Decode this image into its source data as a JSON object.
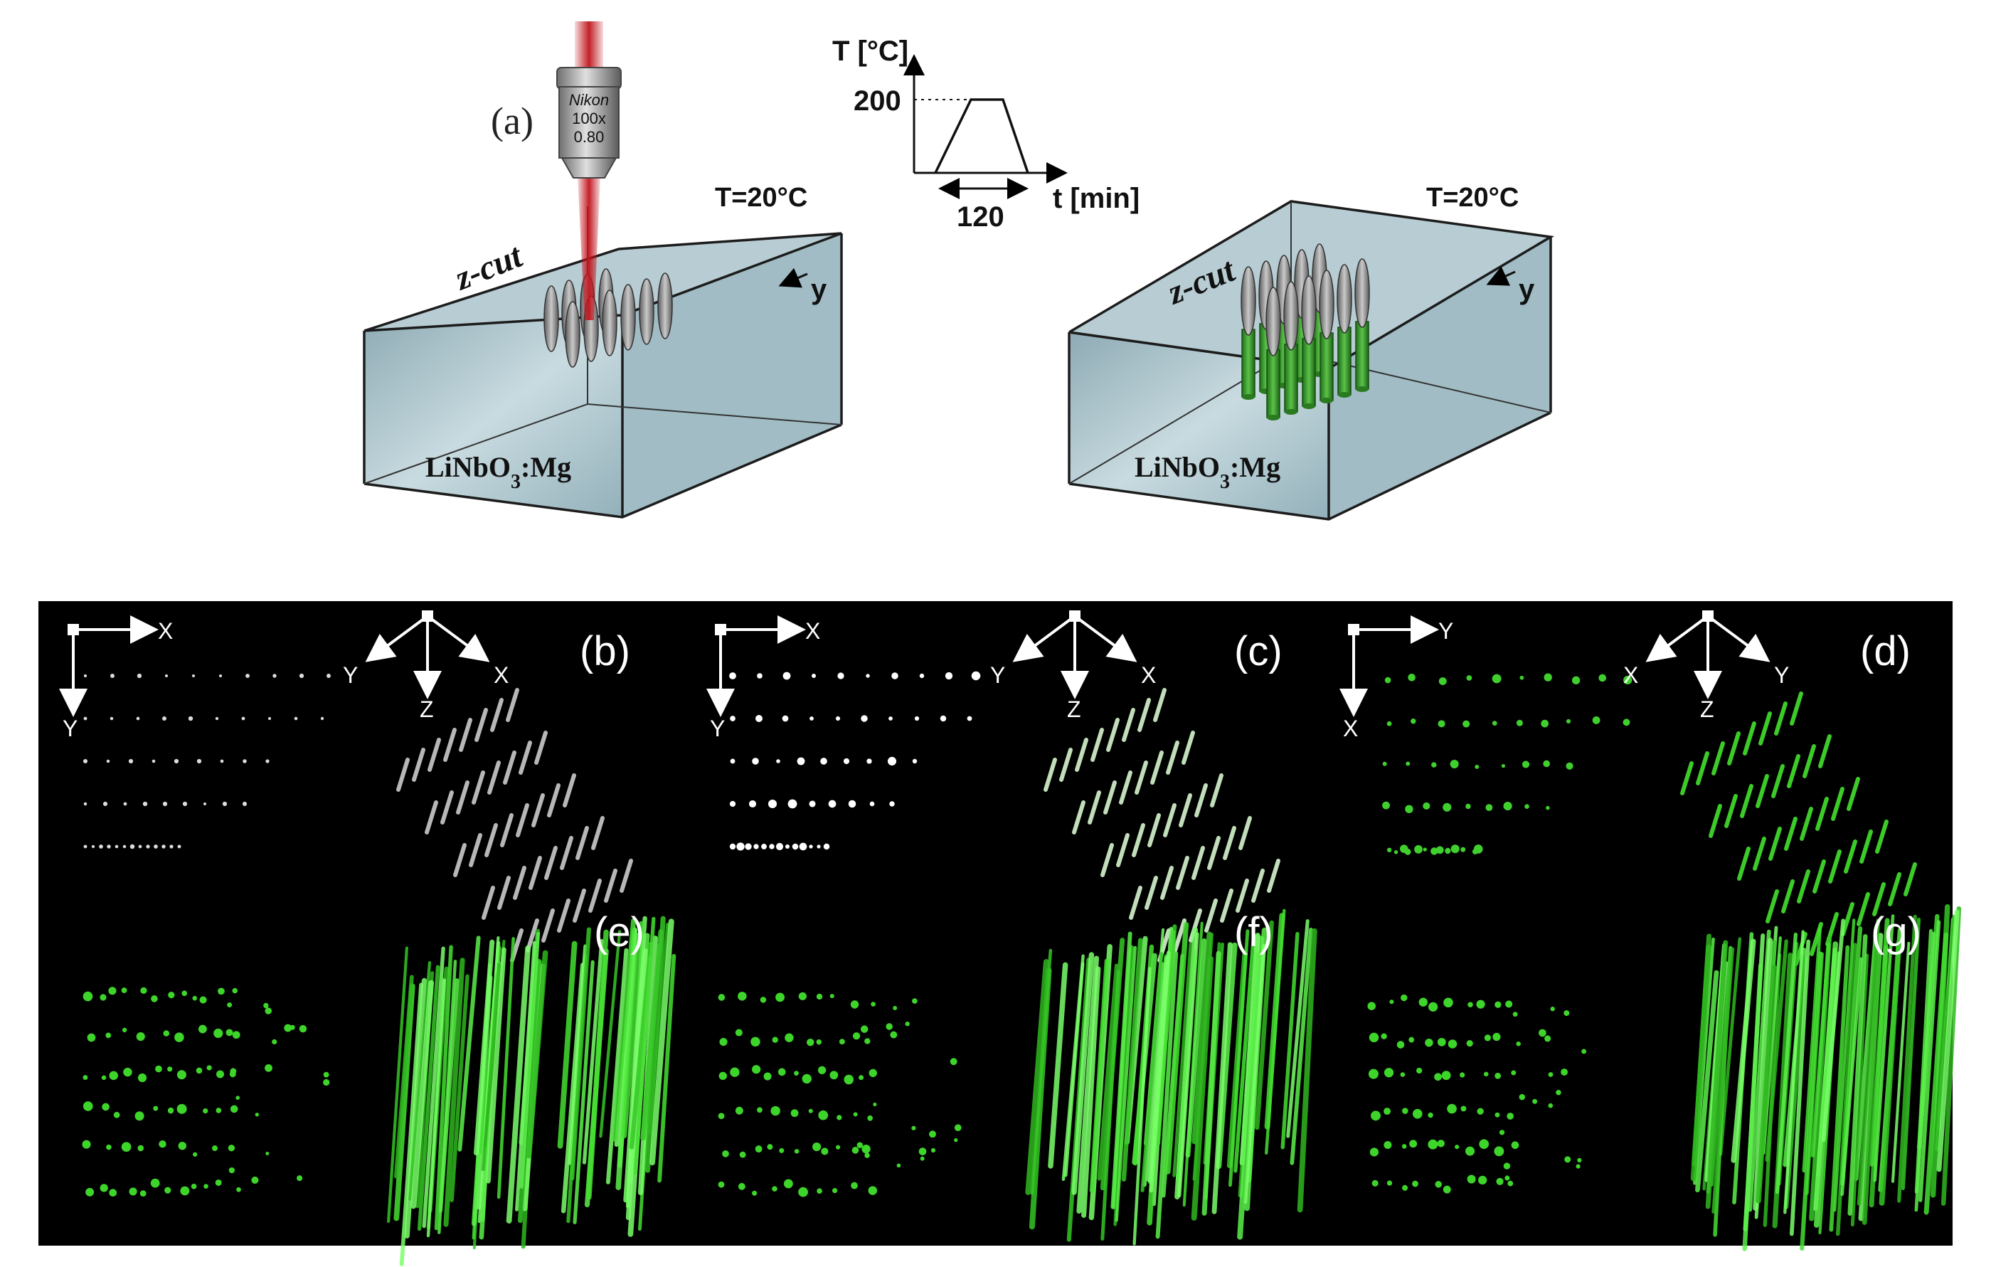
{
  "panel_a": {
    "label": "(a)",
    "objective": {
      "brand": "Nikon",
      "magnification": "100x",
      "na": "0.80",
      "icon": "microscope-objective-icon"
    },
    "temperature_left": "T=20°C",
    "temperature_right": "T=20°C",
    "cut_label": "z-cut",
    "axis_y": "y",
    "crystal": {
      "base": "LiNbO",
      "sub": "3",
      "rest": ":Mg"
    },
    "anneal_plot": {
      "ylabel": "T [°C]",
      "xlabel": "t [min]",
      "ytick": "200",
      "duration": "120"
    }
  },
  "bottom_panels": {
    "b": {
      "label": "(b)",
      "axes2d": [
        "X",
        "Y"
      ],
      "axes3d": [
        "Y",
        "Z",
        "X"
      ]
    },
    "c": {
      "label": "(c)",
      "axes2d": [
        "X",
        "Y"
      ],
      "axes3d": [
        "Y",
        "Z",
        "X"
      ]
    },
    "d": {
      "label": "(d)",
      "axes2d": [
        "Y",
        "X"
      ],
      "axes3d": [
        "X",
        "Z",
        "Y"
      ]
    },
    "e": {
      "label": "(e)"
    },
    "f": {
      "label": "(f)"
    },
    "g": {
      "label": "(g)"
    }
  },
  "colors": {
    "crystal_face": "#a9c3cc",
    "laser": "#c0141c",
    "track_green": "#3ccc2a",
    "background_dark": "#000000",
    "dot_white": "#e6e6e6"
  }
}
